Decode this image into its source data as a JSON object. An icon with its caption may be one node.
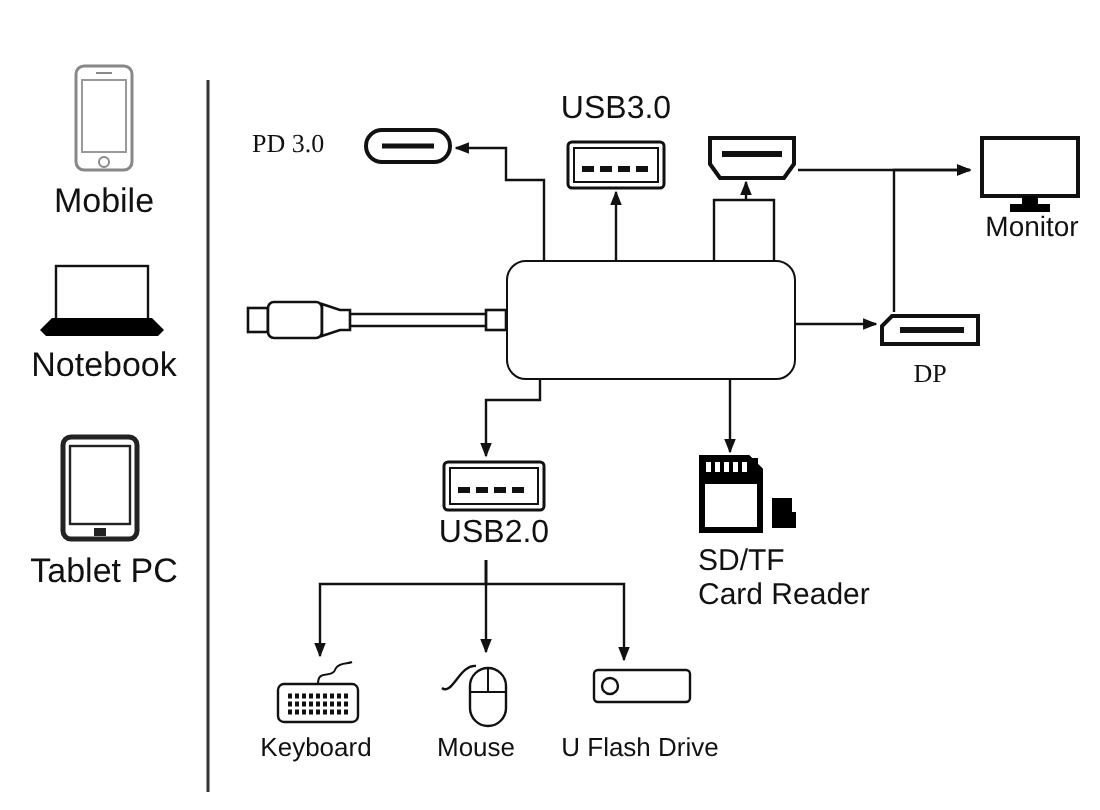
{
  "diagram": {
    "nodes": [
      {
        "text": [
          "Mobile"
        ]
      },
      {
        "text": [
          "Notebook"
        ]
      },
      {
        "text": [
          "Tablet PC"
        ]
      },
      {
        "text": [],
        "shape": "box"
      },
      {
        "text": [
          "PD 3.0"
        ]
      },
      {
        "text": [
          "USB3.0"
        ]
      },
      {
        "text": [],
        "shape": "picture"
      },
      {
        "text": [
          "Monitor"
        ]
      },
      {
        "text": [
          "DP"
        ]
      },
      {
        "text": [
          "USB2.0"
        ]
      },
      {
        "text": [
          "SD/TF Card Reader"
        ]
      },
      {
        "text": [
          "Keyboard"
        ]
      },
      {
        "text": [
          "Mouse"
        ]
      },
      {
        "text": [
          "U Flash Drive"
        ]
      }
    ],
    "edges": [
      {
        "from": 3,
        "to": 4,
        "arrow": "to"
      },
      {
        "from": 3,
        "to": 5,
        "arrow": "to"
      },
      {
        "from": 3,
        "to": 6,
        "arrow": "to"
      },
      {
        "from": 6,
        "to": 7,
        "arrow": "to"
      },
      {
        "from": 8,
        "to": 7,
        "arrow": "to"
      },
      {
        "from": 3,
        "to": 8,
        "arrow": "to"
      },
      {
        "from": 3,
        "to": 9,
        "arrow": "to"
      },
      {
        "from": 3,
        "to": 10,
        "arrow": "to"
      },
      {
        "from": 9,
        "to": 11,
        "arrow": "to"
      },
      {
        "from": 9,
        "to": 12,
        "arrow": "to"
      },
      {
        "from": 9,
        "to": 13,
        "arrow": "to"
      }
    ]
  }
}
